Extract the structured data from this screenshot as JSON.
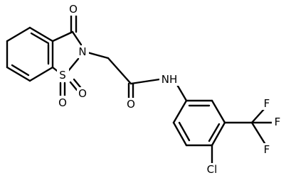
{
  "atoms": {
    "o_carbonyl_ring": "O",
    "n_ring": "N",
    "s_ring": "S",
    "o_sulfonyl_1": "O",
    "o_sulfonyl_2": "O",
    "o_amide": "O",
    "n_amide": "NH",
    "cl": "Cl",
    "f_top": "F",
    "f_right": "F",
    "f_bottom": "F"
  },
  "colors": {
    "bond": "#000000",
    "label": "#000000",
    "background": "#ffffff"
  }
}
